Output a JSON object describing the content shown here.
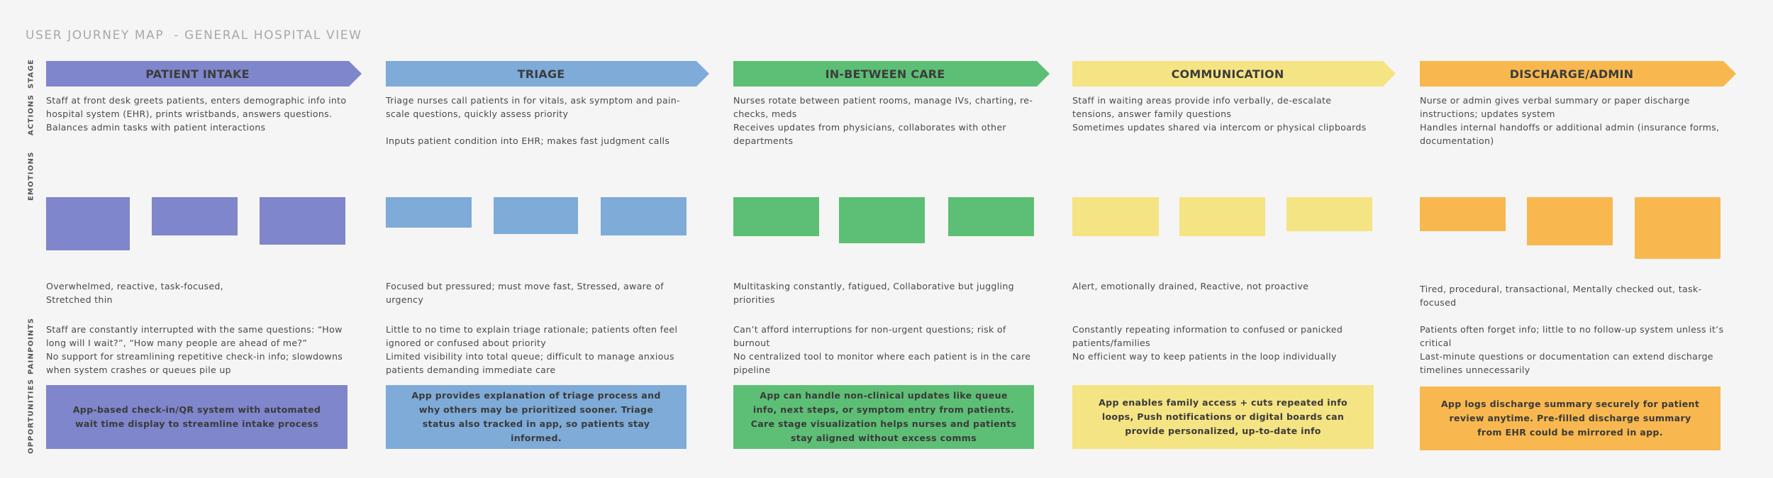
{
  "title": "USER JOURNEY MAP  - GENERAL HOSPITAL VIEW",
  "row_labels": {
    "stage": "STAGE",
    "actions": "ACTIONS",
    "emotions": "EMOTIONS",
    "painpoints": "PAINPOINTS",
    "opportunities": "OPPORTUNITIES"
  },
  "columns": [
    {
      "stage": "PATIENT INTAKE",
      "color": "#7f86cb",
      "actions": [
        "Staff at front desk greets patients, enters demographic info into hospital system (EHR), prints wristbands, answers questions.",
        "Balances admin tasks with patient interactions"
      ],
      "emotions": "Overwhelmed, reactive, task-focused, Stretched thin",
      "painpoints": [
        "Staff are constantly interrupted with the same questions: “How long will I wait?”, “How many people are ahead of me?”",
        "No support for streamlining repetitive check-in info; slowdowns when system crashes or queues pile up"
      ],
      "opportunity": "App-based check-in/QR system with automated wait time display to streamline intake process"
    },
    {
      "stage": "TRIAGE",
      "color": "#7eabd8",
      "actions": [
        "Triage nurses call patients in for vitals, ask symptom and pain-scale questions, quickly assess priority",
        "",
        "Inputs patient condition into EHR; makes fast judgment calls"
      ],
      "emotions": "Focused but pressured; must move fast, Stressed, aware of urgency",
      "painpoints": [
        "Little to no time to explain triage rationale; patients often feel ignored or confused about priority",
        "Limited visibility into total queue; difficult to manage anxious patients demanding immediate care"
      ],
      "opportunity": "App provides explanation of triage process and why others may be prioritized sooner. Triage status also tracked in app, so patients stay informed."
    },
    {
      "stage": "IN-BETWEEN CARE",
      "color": "#5dbf75",
      "actions": [
        "Nurses rotate between patient rooms, manage IVs, charting, re-checks, meds",
        "Receives updates from physicians, collaborates with other departments"
      ],
      "emotions": "Multitasking constantly, fatigued, Collaborative but juggling priorities",
      "painpoints": [
        "Can’t afford interruptions for non-urgent questions; risk of burnout",
        "No centralized tool to monitor where each patient is in the care pipeline"
      ],
      "opportunity": "App can handle non-clinical updates like queue info, next steps, or symptom entry from patients. Care stage visualization helps nurses and patients stay aligned without excess comms"
    },
    {
      "stage": "COMMUNICATION",
      "color": "#f5e483",
      "actions": [
        "Staff in waiting areas provide info verbally, de-escalate tensions, answer family questions",
        "Sometimes updates shared via intercom or physical clipboards"
      ],
      "emotions": "Alert, emotionally drained, Reactive, not proactive",
      "painpoints": [
        "Constantly repeating information to confused or panicked patients/families",
        "No efficient way to keep patients in the loop individually"
      ],
      "opportunity": "App enables family access + cuts repeated info loops, Push notifications or digital boards can provide personalized, up-to-date info"
    },
    {
      "stage": "DISCHARGE/ADMIN",
      "color": "#f8b84f",
      "actions": [
        "Nurse or admin gives verbal summary or paper discharge instructions; updates system",
        "Handles internal handoffs or additional admin (insurance forms, documentation)"
      ],
      "emotions": "Tired, procedural, transactional, Mentally checked out, task-focused",
      "painpoints": [
        "Patients often forget info; little to no follow-up system unless it’s critical",
        "Last-minute questions or documentation can extend discharge timelines unnecessarily"
      ],
      "opportunity": "App logs discharge summary securely for patient review anytime. Pre-filled discharge summary from EHR could be mirrored in app."
    }
  ]
}
